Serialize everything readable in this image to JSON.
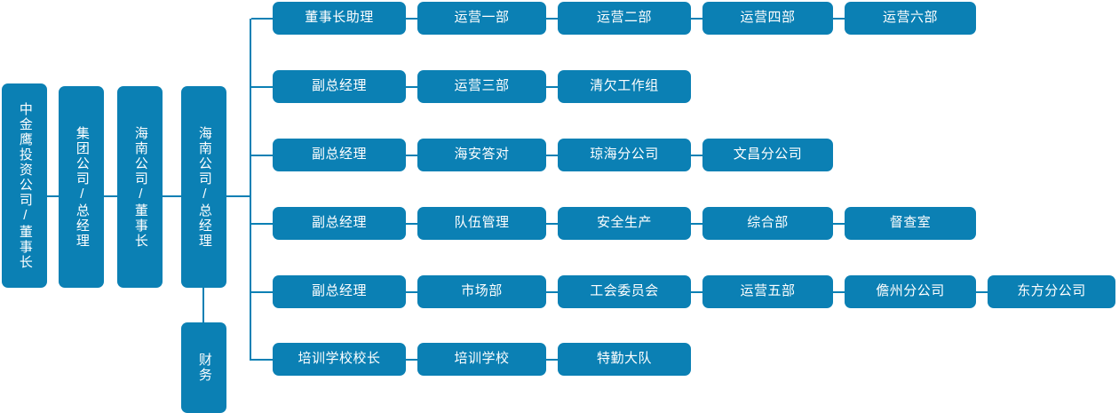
{
  "chart_title": "",
  "theme": {
    "node_fill": "#0b80b4",
    "node_text": "#ffffff",
    "connector": "#0b80b4",
    "background": "#ffffff"
  },
  "spine": {
    "label": "hierarchy-spine",
    "nodes": [
      {
        "label": "中金鹰投资公司/董事长"
      },
      {
        "label": "集团公司/总经理"
      },
      {
        "label": "海南公司/董事长"
      },
      {
        "label": "海南公司/总经理"
      }
    ],
    "detached": [
      {
        "label": "财务"
      }
    ]
  },
  "branches": [
    {
      "row": 1,
      "nodes": [
        {
          "label": "董事长助理"
        },
        {
          "label": "运营一部"
        },
        {
          "label": "运营二部"
        },
        {
          "label": "运营四部"
        },
        {
          "label": "运营六部"
        }
      ]
    },
    {
      "row": 2,
      "nodes": [
        {
          "label": "副总经理"
        },
        {
          "label": "运营三部"
        },
        {
          "label": "清欠工作组"
        }
      ]
    },
    {
      "row": 3,
      "nodes": [
        {
          "label": "副总经理"
        },
        {
          "label": "海安答对"
        },
        {
          "label": "琼海分公司"
        },
        {
          "label": "文昌分公司"
        }
      ]
    },
    {
      "row": 4,
      "nodes": [
        {
          "label": "副总经理"
        },
        {
          "label": "队伍管理"
        },
        {
          "label": "安全生产"
        },
        {
          "label": "综合部"
        },
        {
          "label": "督查室"
        }
      ]
    },
    {
      "row": 5,
      "nodes": [
        {
          "label": "副总经理"
        },
        {
          "label": "市场部"
        },
        {
          "label": "工会委员会"
        },
        {
          "label": "运营五部"
        },
        {
          "label": "儋州分公司"
        },
        {
          "label": "东方分公司"
        }
      ]
    },
    {
      "row": 6,
      "nodes": [
        {
          "label": "培训学校校长"
        },
        {
          "label": "培训学校"
        },
        {
          "label": "特勤大队"
        }
      ]
    }
  ]
}
